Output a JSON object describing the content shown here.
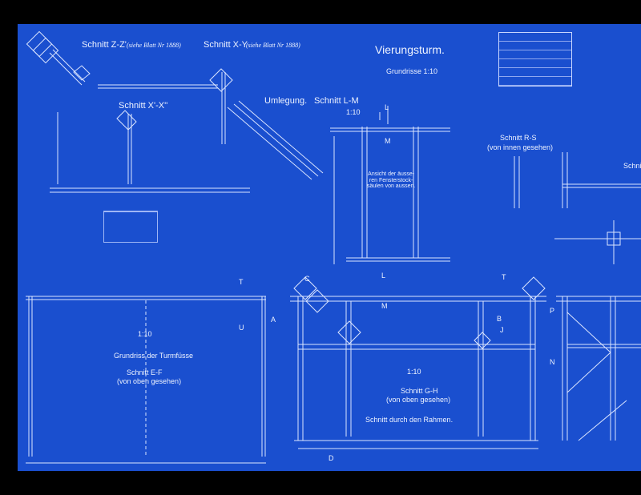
{
  "sheet": {
    "title": "Vierungsturm.",
    "subtitle": "Grundrisse 1:10",
    "title_block": {
      "rows": [
        "",
        "",
        "",
        "",
        "",
        ""
      ]
    },
    "legend": {
      "header": ""
    }
  },
  "views": {
    "schnitt_zz": {
      "label": "Schnitt Z-Z'",
      "ref": "(siehe Blatt Nr 1888)"
    },
    "schnitt_xy": {
      "label": "Schnitt X-Y",
      "ref": "(siehe Blatt Nr 1888)"
    },
    "schnitt_xx": {
      "label": "Schnitt X'-X''"
    },
    "umlegung": {
      "label": "Umlegung."
    },
    "schnitt_lm": {
      "label": "Schnitt L-M",
      "scale": "1:10"
    },
    "ansicht_note": {
      "line1": "Ansicht der äusse-",
      "line2": "ren Fensterstock-",
      "line3": "säulen von aussen."
    },
    "schnitt_rs": {
      "label": "Schnitt R-S",
      "sub": "(von innen gesehen)"
    },
    "schnitt_cut": {
      "label": "Schni"
    },
    "turmfuesse": {
      "scale": "1:10",
      "label": "Grundriss der Turmfüsse",
      "section": "Schnitt E-F",
      "sub": "(von oben gesehen)"
    },
    "schnitt_gh": {
      "scale": "1:10",
      "label": "Schnitt G-H",
      "sub": "(von oben gesehen)",
      "caption": "Schnitt durch den Rahmen."
    }
  },
  "section_letters": {
    "u": "U",
    "t_left": "T",
    "a": "A",
    "c": "C",
    "l": "L",
    "m": "M",
    "b": "B",
    "j": "J",
    "d": "D",
    "t_right": "T",
    "p": "P",
    "n": "N",
    "l_top": "L",
    "m_top": "M"
  },
  "colors": {
    "paper": "#1a4fcf",
    "ink": "#eef3ff",
    "frame": "#000000"
  }
}
